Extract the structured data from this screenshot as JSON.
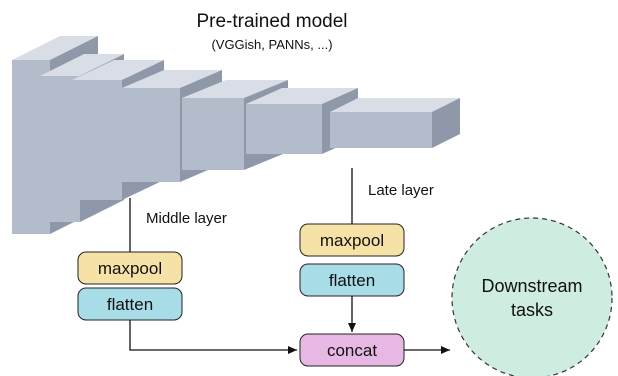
{
  "model": {
    "title": "Pre-trained model",
    "subtitle": "(VGGish, PANNs, ...)"
  },
  "labels": {
    "middle_layer": "Middle layer",
    "late_layer": "Late layer"
  },
  "middle_branch": {
    "maxpool": "maxpool",
    "flatten": "flatten"
  },
  "late_branch": {
    "maxpool": "maxpool",
    "flatten": "flatten"
  },
  "concat": "concat",
  "downstream": {
    "line1": "Downstream",
    "line2": "tasks"
  },
  "colors": {
    "block_front": "#b3bccb",
    "block_top": "#d8dde6",
    "block_side": "#8f98a8",
    "maxpool_fill": "#f6e2a6",
    "flatten_fill": "#a8dce6",
    "concat_fill": "#e8b8e4",
    "downstream_fill": "#cfece0"
  }
}
